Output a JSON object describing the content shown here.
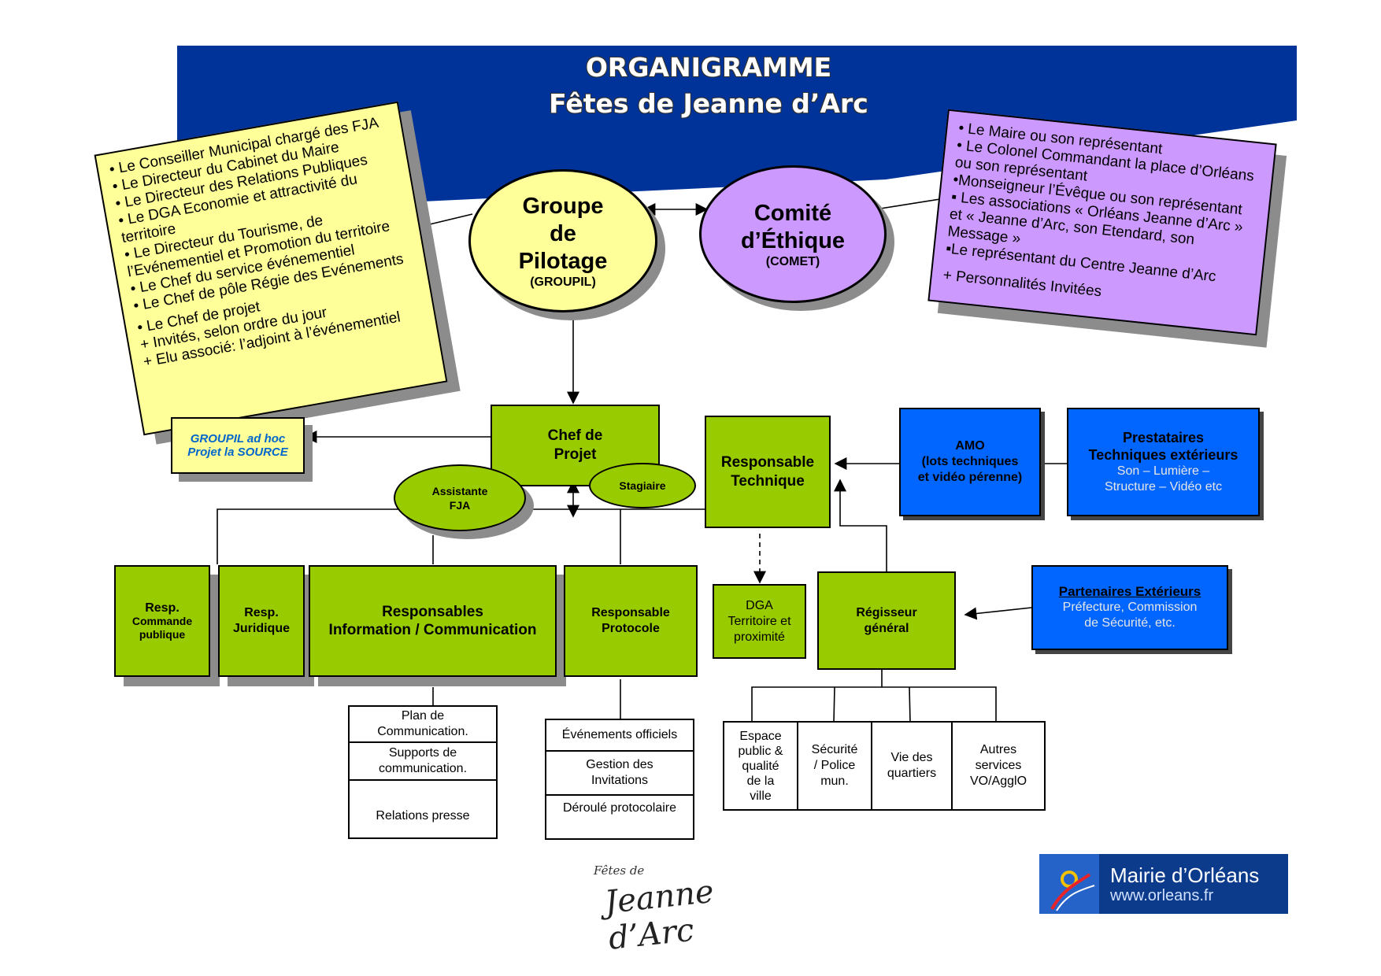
{
  "header": {
    "title_line1": "ORGANIGRAMME",
    "title_line2": "Fêtes de Jeanne d’Arc"
  },
  "groupil_members": [
    "• Le Conseiller Municipal chargé des FJA",
    "• Le Directeur du Cabinet du Maire",
    "• Le Directeur des Relations Publiques",
    "• Le DGA Economie et attractivité du territoire",
    "• Le Directeur du Tourisme, de l’Evénementiel et Promotion du territoire",
    "• Le Chef du service événementiel",
    "• Le Chef de pôle Régie des Evénements",
    "• Le Chef de projet",
    "+ Invités, selon ordre du jour",
    "+ Elu associé: l’adjoint à l’événementiel"
  ],
  "comet_members": [
    "• Le Maire ou son représentant",
    "• Le Colonel Commandant la place d’Orléans ou son représentant",
    "•Monseigneur l’Évêque ou son représentant",
    "▪ Les associations « Orléans Jeanne d’Arc » et « Jeanne d’Arc, son Etendard, son Message »",
    "▪Le représentant du Centre Jeanne d’Arc",
    "+ Personnalités Invitées"
  ],
  "groupil": {
    "line1": "Groupe",
    "line2": "de",
    "line3": "Pilotage",
    "abbr": "(GROUPIL)"
  },
  "comet": {
    "line1": "Comité",
    "line2": "d’Éthique",
    "abbr": "(COMET)"
  },
  "groupil_adhoc": {
    "line1": "GROUPIL ad hoc",
    "line2": "Projet la SOURCE"
  },
  "chef_projet": {
    "line1": "Chef de",
    "line2": "Projet"
  },
  "assistante": {
    "line1": "Assistante",
    "line2": "FJA"
  },
  "stagiaire": "Stagiaire",
  "resp_technique": {
    "line1": "Responsable",
    "line2": "Technique"
  },
  "amo": {
    "line1": "AMO",
    "line2": "(lots techniques",
    "line3": "et vidéo pérenne)"
  },
  "prestataires": {
    "line1": "Prestataires",
    "line2": "Techniques extérieurs",
    "line3": "Son – Lumière –",
    "line4": "Structure – Vidéo etc"
  },
  "partenaires": {
    "title": "Partenaires Extérieurs",
    "line1": "Préfecture, Commission",
    "line2": "de Sécurité, etc."
  },
  "resp_commande": {
    "line1": "Resp.",
    "line2": "Commande",
    "line3": "publique"
  },
  "resp_juridique": {
    "line1": "Resp.",
    "line2": "Juridique"
  },
  "resp_info": {
    "line1": "Responsables",
    "line2": "Information / Communication"
  },
  "resp_protocole": {
    "line1": "Responsable",
    "line2": "Protocole"
  },
  "dga": {
    "line1": "DGA",
    "line2": "Territoire et",
    "line3": "proximité"
  },
  "regisseur": {
    "line1": "Régisseur",
    "line2": "général"
  },
  "comm_tasks": {
    "t1a": "Plan de",
    "t1b": "Communication.",
    "t2a": "Supports de",
    "t2b": "communication.",
    "t3": "Relations presse"
  },
  "protocole_tasks": {
    "t1": "Événements officiels",
    "t2a": "Gestion des",
    "t2b": "Invitations",
    "t3": "Déroulé protocolaire"
  },
  "regie_tasks": {
    "t1": [
      "Espace",
      "public &",
      "qualité",
      "de la",
      "ville"
    ],
    "t2": [
      "Sécurité",
      "/ Police",
      "mun."
    ],
    "t3": [
      "Vie des",
      "quartiers"
    ],
    "t4": [
      "Autres",
      "services",
      "VO/AgglO"
    ]
  },
  "footer": {
    "signature_small": "Fêtes de",
    "signature": "Jeanne d’Arc",
    "mairie_name": "Mairie d’Orléans",
    "mairie_url": "www.orleans.fr"
  },
  "colors": {
    "banner": "#003399",
    "green": "#99cc00",
    "yellow": "#ffff99",
    "violet": "#cc99ff",
    "blue": "#0066ff"
  }
}
